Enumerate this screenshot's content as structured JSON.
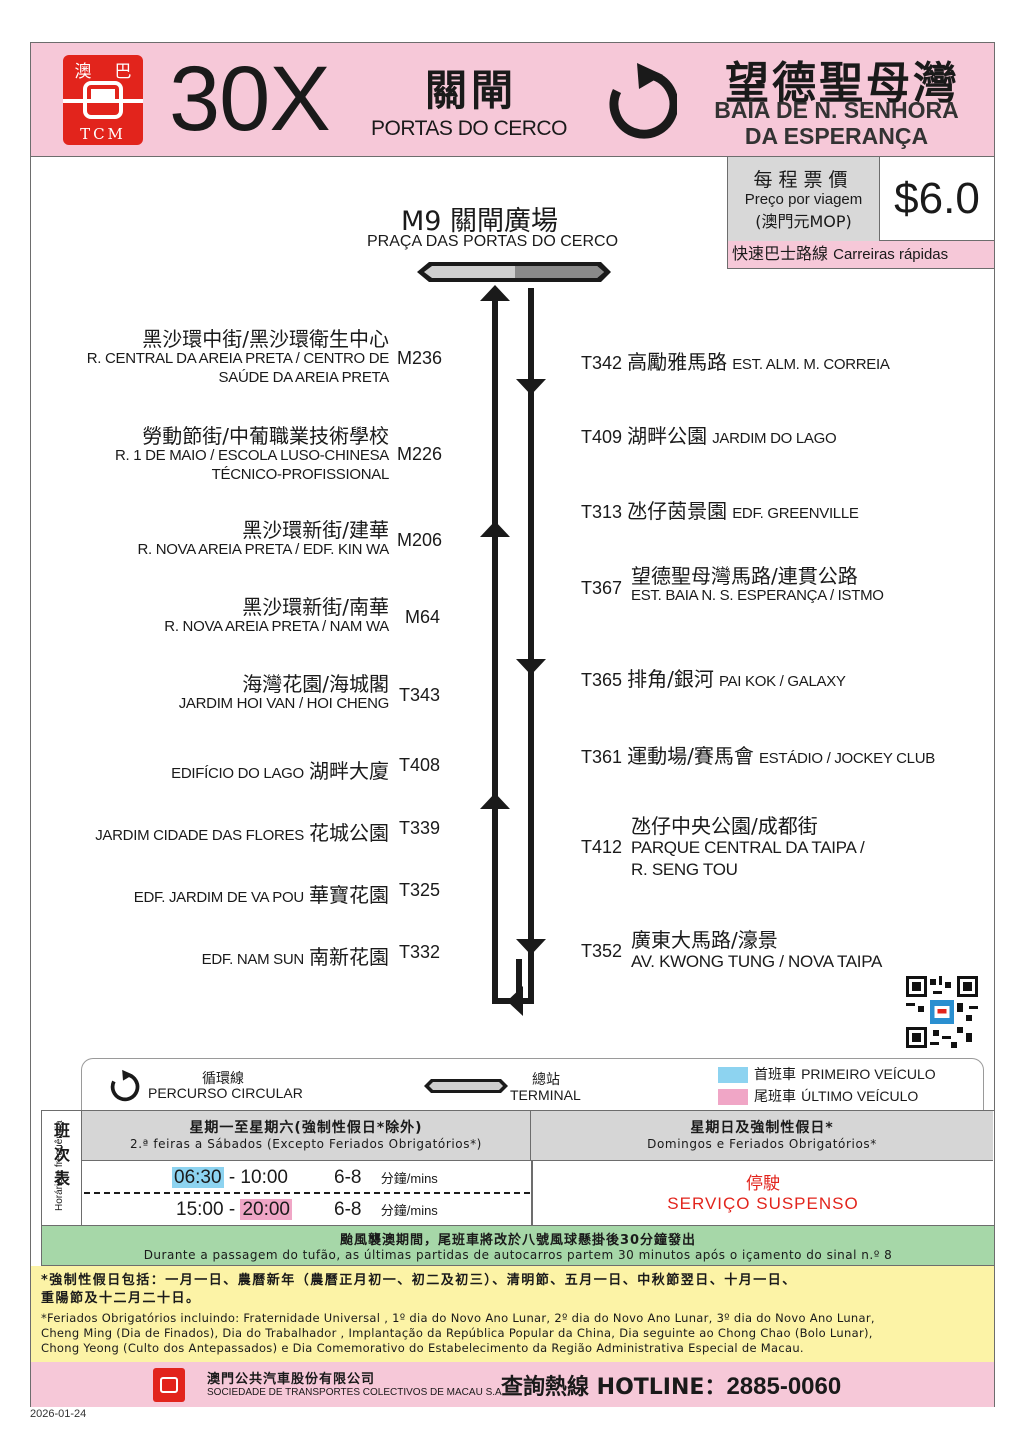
{
  "header": {
    "logo_top_left": "澳",
    "logo_top_right": "巴",
    "logo_bottom": "TCM",
    "route_number": "30X",
    "origin_zh": "關閘",
    "origin_pt": "PORTAS DO CERCO",
    "destination_zh": "望德聖母灣",
    "destination_pt_line1": "BAÍA DE N. SENHORA",
    "destination_pt_line2": "DA ESPERANÇA"
  },
  "fare": {
    "label_zh": "每程票價",
    "label_pt": "Preço por viagem",
    "currency": "(澳門元MOP)",
    "value": "$6.0",
    "type_zh": "快速巴士路線",
    "type_pt": "Carreiras rápidas"
  },
  "terminal": {
    "code_name_zh": "M9 關閘廣場",
    "name_pt": "PRAÇA DAS PORTAS DO CERCO"
  },
  "left_stops": [
    {
      "code": "M236",
      "zh": "黑沙環中街/黑沙環衛生中心",
      "pt1": "R. CENTRAL DA AREIA PRETA / CENTRO DE",
      "pt2": "SAÚDE DA AREIA PRETA"
    },
    {
      "code": "M226",
      "zh": "勞動節街/中葡職業技術學校",
      "pt1": "R. 1 DE MAIO / ESCOLA LUSO-CHINESA",
      "pt2": "TÉCNICO-PROFISSIONAL"
    },
    {
      "code": "M206",
      "zh": "黑沙環新街/建華",
      "pt1": "R. NOVA AREIA PRETA / EDF. KIN WA",
      "pt2": ""
    },
    {
      "code": "M64",
      "zh": "黑沙環新街/南華",
      "pt1": "R. NOVA AREIA PRETA / NAM WA",
      "pt2": ""
    },
    {
      "code": "T343",
      "zh": "海灣花園/海城閣",
      "pt1": "JARDIM HOI VAN / HOI CHENG",
      "pt2": ""
    },
    {
      "code": "T408",
      "zh": "湖畔大廈",
      "pt1": "EDIFÍCIO DO LAGO",
      "pt2": ""
    },
    {
      "code": "T339",
      "zh": "花城公園",
      "pt1": "JARDIM CIDADE DAS FLORES",
      "pt2": ""
    },
    {
      "code": "T325",
      "zh": "華寶花園",
      "pt1": "EDF. JARDIM DE VA POU",
      "pt2": ""
    },
    {
      "code": "T332",
      "zh": "南新花園",
      "pt1": "EDF. NAM SUN",
      "pt2": ""
    }
  ],
  "right_stops": [
    {
      "code": "T342",
      "zh": "高勵雅馬路",
      "pt": "EST. ALM. M. CORREIA"
    },
    {
      "code": "T409",
      "zh": "湖畔公園",
      "pt": "JARDIM DO LAGO"
    },
    {
      "code": "T313",
      "zh": "氹仔茵景園",
      "pt": "EDF. GREENVILLE"
    },
    {
      "code": "T367",
      "zh": "望德聖母灣馬路/連貫公路",
      "pt": "EST. BAIA N. S. ESPERANÇA / ISTMO"
    },
    {
      "code": "T365",
      "zh": "排角/銀河",
      "pt": "PAI KOK / GALAXY"
    },
    {
      "code": "T361",
      "zh": "運動場/賽馬會",
      "pt": "ESTÁDIO / JOCKEY CLUB"
    },
    {
      "code": "T412",
      "zh": "氹仔中央公園/成都街",
      "pt": "PARQUE CENTRAL DA TAIPA /",
      "pt2": "R. SENG TOU"
    },
    {
      "code": "T352",
      "zh": "廣東大馬路/濠景",
      "pt": "AV. KWONG TUNG / NOVA TAIPA"
    }
  ],
  "legend": {
    "circular_zh": "循環線",
    "circular_pt": "PERCURSO CIRCULAR",
    "terminal_zh": "總站",
    "terminal_pt": "TERMINAL",
    "first_zh": "首班車",
    "first_pt": "PRIMEIRO VEÍCULO",
    "last_zh": "尾班車",
    "last_pt": "ÚLTIMO VEÍCULO",
    "first_color": "#8dd3f0",
    "last_color": "#f0a6c6"
  },
  "timetable": {
    "side_zh": "班次表",
    "side_pt": "Horário e frequência",
    "weekday_zh": "星期一至星期六(強制性假日*除外)",
    "weekday_pt": "2.ª feiras a Sábados (Excepto Feriados Obrigatórios*)",
    "holiday_zh": "星期日及強制性假日*",
    "holiday_pt": "Domingos e Feriados Obrigatórios*",
    "row1_start": "06:30",
    "row1_end": "- 10:00",
    "row1_freq": "6-8",
    "row2_start": "15:00 -",
    "row2_end": "20:00",
    "row2_freq": "6-8",
    "mins": "分鐘/mins",
    "suspended_zh": "停駛",
    "suspended_pt": "SERVIÇO SUSPENSO"
  },
  "typhoon": {
    "zh": "颱風襲澳期間，尾班車將改於八號風球懸掛後30分鐘發出",
    "pt": "Durante a passagem do tufão, as últimas partidas de autocarros partem 30 minutos após o içamento do sinal n.º 8"
  },
  "holidays": {
    "zh_line1": "*強制性假日包括：一月一日、農曆新年（農曆正月初一、初二及初三）、清明節、五月一日、中秋節翌日、十月一日、",
    "zh_line2": "重陽節及十二月二十日。",
    "pt_line1": "*Feriados Obrigatórios incluindo: Fraternidade Universal , 1º dia do Novo Ano Lunar, 2º dia do Novo Ano Lunar, 3º dia do Novo Ano Lunar,",
    "pt_line2": "Cheng Ming (Dia de Finados), Dia do Trabalhador , Implantação da República Popular da China, Dia seguinte ao Chong Chao (Bolo Lunar),",
    "pt_line3": "Chong Yeong (Culto dos Antepassados) e Dia Comemorativo do Estabelecimento da Região Administrativa Especial de Macau."
  },
  "footer": {
    "company_zh": "澳門公共汽車股份有限公司",
    "company_pt": "SOCIEDADE DE TRANSPORTES COLECTIVOS DE MACAU S.A.",
    "hotline_label": "查詢熱線 HOTLINE：",
    "hotline_number": "2885-0060"
  },
  "date": "2026-01-24",
  "colors": {
    "header_pink": "#f6c8d8",
    "logo_red": "#e2241c",
    "typhoon_green": "#a6d7a8",
    "holiday_yellow": "#fcf3a6"
  }
}
